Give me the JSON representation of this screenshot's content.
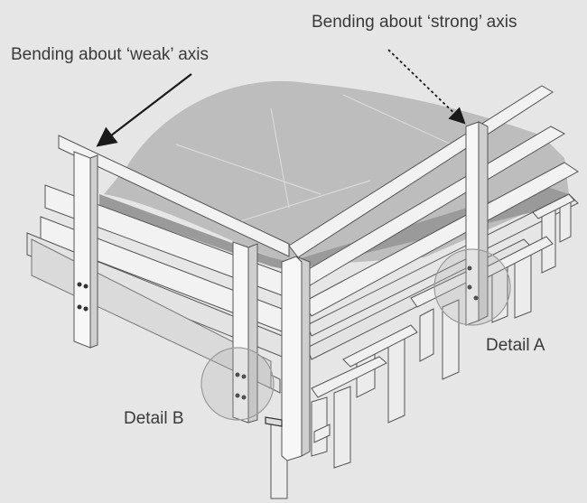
{
  "labels": {
    "weak_axis": "Bending about ‘weak’ axis",
    "strong_axis": "Bending about ‘strong’ axis",
    "detail_a": "Detail A",
    "detail_b": "Detail B"
  },
  "colors": {
    "background": "#e6e6e6",
    "concrete": "#b9b9b9",
    "timber": "#f4f4f4",
    "timber_side": "#cfcfcf",
    "outline": "#555555",
    "text": "#3a3a3a"
  }
}
